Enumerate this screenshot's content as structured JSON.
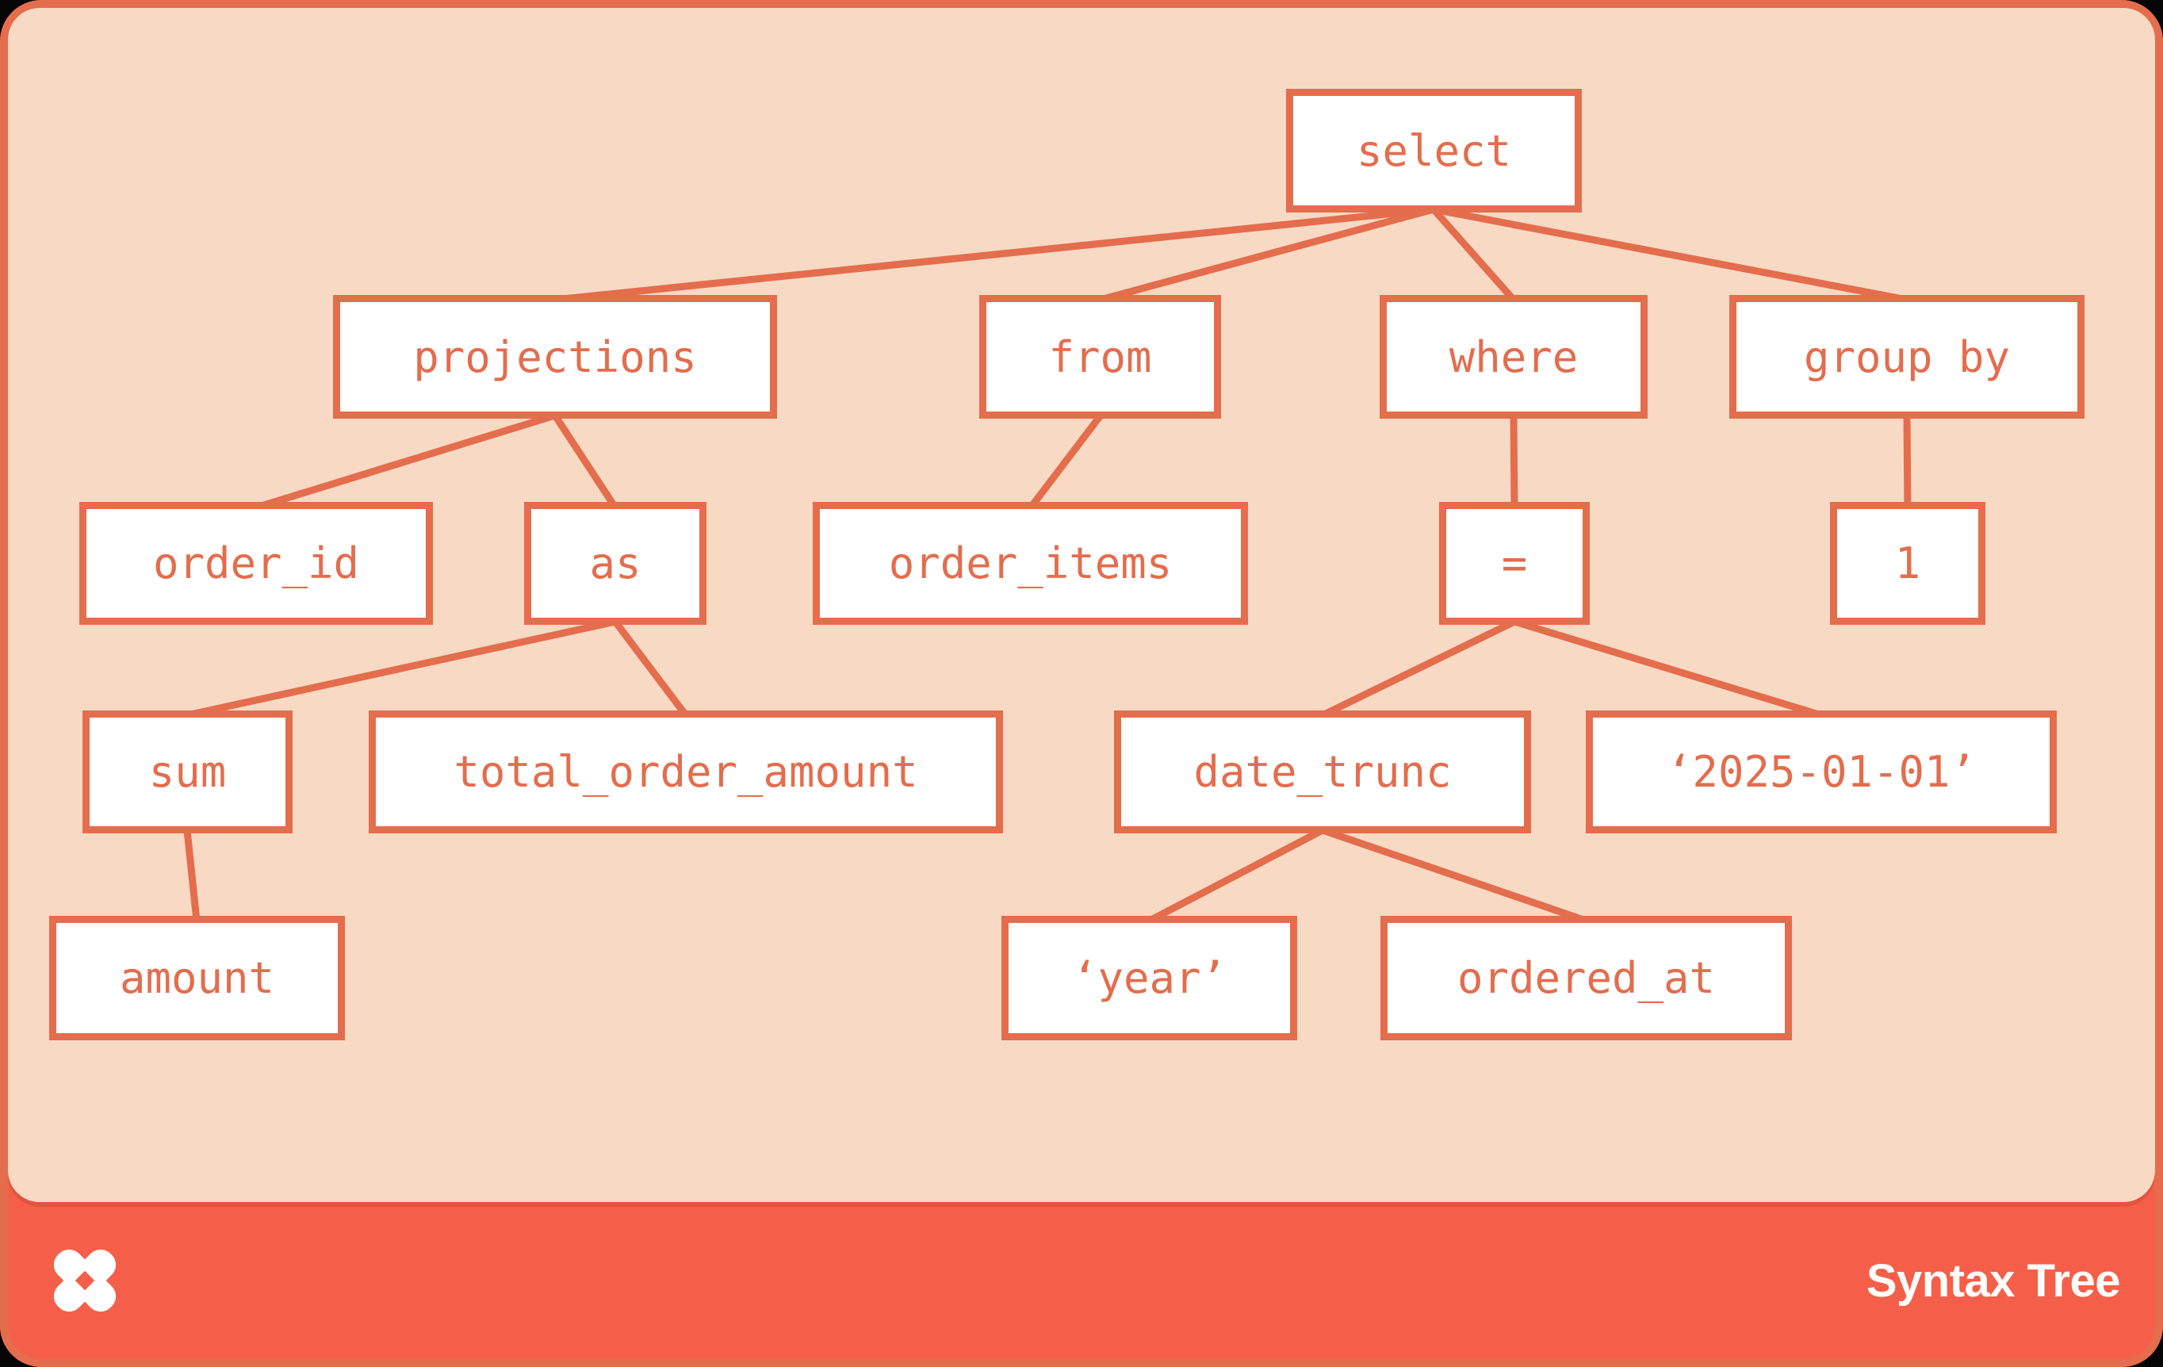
{
  "page": {
    "background": "#050505"
  },
  "card": {
    "panel_bg": "#F8D9C3",
    "accent": "#E36D4D",
    "footer_bg": "#F55F49",
    "node_bg": "#FFFFFF"
  },
  "footer": {
    "title": "Syntax Tree",
    "logo": "x-shuriken-icon"
  },
  "tree": {
    "nodes": {
      "select": {
        "label": "select",
        "parent": null
      },
      "projections": {
        "label": "projections",
        "parent": "select"
      },
      "from": {
        "label": "from",
        "parent": "select"
      },
      "where": {
        "label": "where",
        "parent": "select"
      },
      "group_by": {
        "label": "group by",
        "parent": "select"
      },
      "order_id": {
        "label": "order_id",
        "parent": "projections"
      },
      "as": {
        "label": "as",
        "parent": "projections"
      },
      "order_items": {
        "label": "order_items",
        "parent": "from"
      },
      "eq": {
        "label": "=",
        "parent": "where"
      },
      "one": {
        "label": "1",
        "parent": "group_by"
      },
      "sum": {
        "label": "sum",
        "parent": "as"
      },
      "total_order_amount": {
        "label": "total_order_amount",
        "parent": "as"
      },
      "date_trunc": {
        "label": "date_trunc",
        "parent": "eq"
      },
      "date_literal": {
        "label": "‘2025-01-01’",
        "parent": "eq"
      },
      "amount": {
        "label": "amount",
        "parent": "sum"
      },
      "year_literal": {
        "label": "‘year’",
        "parent": "date_trunc"
      },
      "ordered_at": {
        "label": "ordered_at",
        "parent": "date_trunc"
      }
    },
    "edges": [
      [
        "select",
        "projections"
      ],
      [
        "select",
        "from"
      ],
      [
        "select",
        "where"
      ],
      [
        "select",
        "group_by"
      ],
      [
        "projections",
        "order_id"
      ],
      [
        "projections",
        "as"
      ],
      [
        "from",
        "order_items"
      ],
      [
        "where",
        "eq"
      ],
      [
        "group_by",
        "one"
      ],
      [
        "as",
        "sum"
      ],
      [
        "as",
        "total_order_amount"
      ],
      [
        "sum",
        "amount"
      ],
      [
        "eq",
        "date_trunc"
      ],
      [
        "eq",
        "date_literal"
      ],
      [
        "date_trunc",
        "year_literal"
      ],
      [
        "date_trunc",
        "ordered_at"
      ]
    ]
  }
}
